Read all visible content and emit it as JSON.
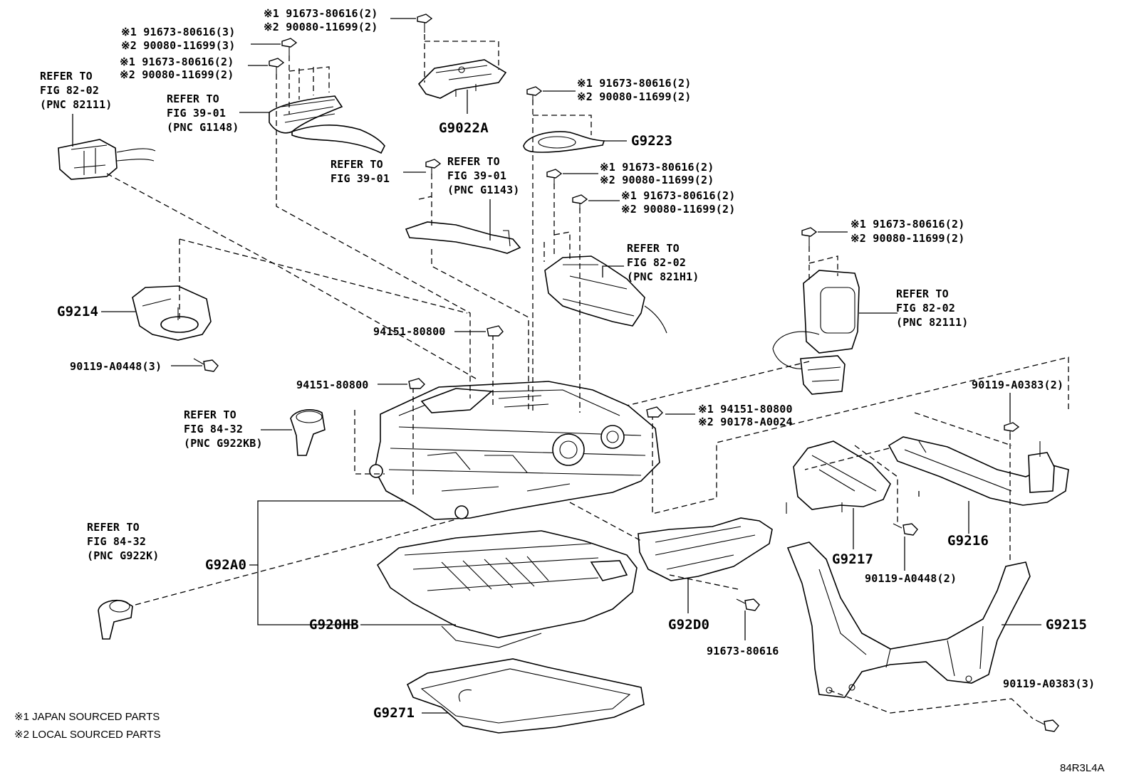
{
  "diagram_code": "84R3L4A",
  "notes": [
    "※1 JAPAN SOURCED PARTS",
    "※2 LOCAL SOURCED PARTS"
  ],
  "callouts": {
    "bolt_top_center": [
      "※1 91673-80616(2)",
      "※2 90080-11699(2)"
    ],
    "bolt_top_left_a": [
      "※1 91673-80616(3)",
      "※2 90080-11699(3)"
    ],
    "bolt_top_left_b": [
      "※1 91673-80616(2)",
      "※2 90080-11699(2)"
    ],
    "refer_82_02_left": [
      "REFER TO",
      "FIG 82-02",
      "(PNC 82111)"
    ],
    "refer_39_01_g1148": [
      "REFER TO",
      "FIG 39-01",
      "(PNC G1148)"
    ],
    "g9022a": "G9022A",
    "bolt_g9223": [
      "※1 91673-80616(2)",
      "※2 90080-11699(2)"
    ],
    "g9223": "G9223",
    "refer_39_01_plain": [
      "REFER TO",
      "FIG 39-01"
    ],
    "refer_39_01_g1143": [
      "REFER TO",
      "FIG 39-01",
      "(PNC G1143)"
    ],
    "bolt_mid_a": [
      "※1 91673-80616(2)",
      "※2 90080-11699(2)"
    ],
    "bolt_mid_b": [
      "※1 91673-80616(2)",
      "※2 90080-11699(2)"
    ],
    "refer_82_02_821h1": [
      "REFER TO",
      "FIG 82-02",
      "(PNC 821H1)"
    ],
    "bolt_right_sensor": [
      "※1 91673-80616(2)",
      "※2 90080-11699(2)"
    ],
    "refer_82_02_right": [
      "REFER TO",
      "FIG 82-02",
      "(PNC 82111)"
    ],
    "g9214": "G9214",
    "nut_94151_a": "94151-80800",
    "bolt_90119_a0448_3": "90119-A0448(3)",
    "nut_94151_b": "94151-80800",
    "refer_84_32_g922kb": [
      "REFER TO",
      "FIG 84-32",
      "(PNC G922KB)"
    ],
    "nut_right_split": [
      "※1 94151-80800",
      "※2 90178-A0024"
    ],
    "bolt_90119_a0383_2": "90119-A0383(2)",
    "refer_84_32_g922k": [
      "REFER TO",
      "FIG 84-32",
      "(PNC G922K)"
    ],
    "g92a0": "G92A0",
    "g9216": "G9216",
    "g9217": "G9217",
    "bolt_90119_a0448_2": "90119-A0448(2)",
    "g920hb": "G920HB",
    "g92d0": "G92D0",
    "g9215": "G9215",
    "bolt_91673_80616": "91673-80616",
    "bolt_90119_a0383_3": "90119-A0383(3)",
    "g9271": "G9271"
  }
}
